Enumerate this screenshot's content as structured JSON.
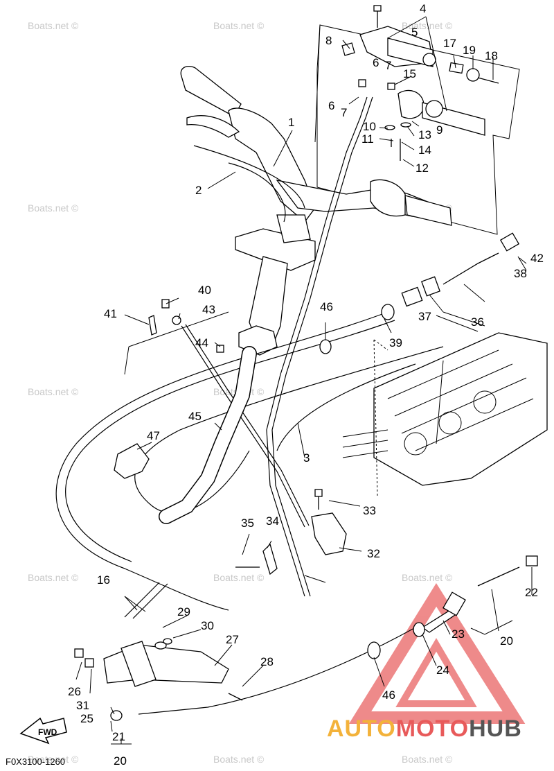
{
  "diagram": {
    "figure_code": "F0X3100-1260",
    "fwd_label": "FWD",
    "watermark": "Boats.net ©",
    "brand": {
      "part1": "AUTO",
      "part2": "MOTO",
      "part3": "HUB",
      "color1": "#f3b23a",
      "color2": "#e85a5a",
      "color3": "#555555"
    },
    "callouts": [
      {
        "id": "1",
        "label": "1"
      },
      {
        "id": "2",
        "label": "2"
      },
      {
        "id": "3",
        "label": "3"
      },
      {
        "id": "4",
        "label": "4"
      },
      {
        "id": "5",
        "label": "5"
      },
      {
        "id": "6a",
        "label": "6"
      },
      {
        "id": "6b",
        "label": "6"
      },
      {
        "id": "7a",
        "label": "7"
      },
      {
        "id": "7b",
        "label": "7"
      },
      {
        "id": "8",
        "label": "8"
      },
      {
        "id": "9",
        "label": "9"
      },
      {
        "id": "10",
        "label": "10"
      },
      {
        "id": "11",
        "label": "11"
      },
      {
        "id": "12",
        "label": "12"
      },
      {
        "id": "13",
        "label": "13"
      },
      {
        "id": "14",
        "label": "14"
      },
      {
        "id": "15",
        "label": "15"
      },
      {
        "id": "16",
        "label": "16"
      },
      {
        "id": "17",
        "label": "17"
      },
      {
        "id": "18",
        "label": "18"
      },
      {
        "id": "19",
        "label": "19"
      },
      {
        "id": "20a",
        "label": "20"
      },
      {
        "id": "20b",
        "label": "20"
      },
      {
        "id": "21",
        "label": "21"
      },
      {
        "id": "22",
        "label": "22"
      },
      {
        "id": "23",
        "label": "23"
      },
      {
        "id": "24",
        "label": "24"
      },
      {
        "id": "25",
        "label": "25"
      },
      {
        "id": "26",
        "label": "26"
      },
      {
        "id": "27",
        "label": "27"
      },
      {
        "id": "28",
        "label": "28"
      },
      {
        "id": "29",
        "label": "29"
      },
      {
        "id": "30",
        "label": "30"
      },
      {
        "id": "31",
        "label": "31"
      },
      {
        "id": "32",
        "label": "32"
      },
      {
        "id": "33",
        "label": "33"
      },
      {
        "id": "34",
        "label": "34"
      },
      {
        "id": "35",
        "label": "35"
      },
      {
        "id": "36",
        "label": "36"
      },
      {
        "id": "37",
        "label": "37"
      },
      {
        "id": "38",
        "label": "38"
      },
      {
        "id": "39",
        "label": "39"
      },
      {
        "id": "40",
        "label": "40"
      },
      {
        "id": "41",
        "label": "41"
      },
      {
        "id": "42",
        "label": "42"
      },
      {
        "id": "43",
        "label": "43"
      },
      {
        "id": "44",
        "label": "44"
      },
      {
        "id": "45",
        "label": "45"
      },
      {
        "id": "46a",
        "label": "46"
      },
      {
        "id": "46b",
        "label": "46"
      },
      {
        "id": "47",
        "label": "47"
      }
    ]
  }
}
